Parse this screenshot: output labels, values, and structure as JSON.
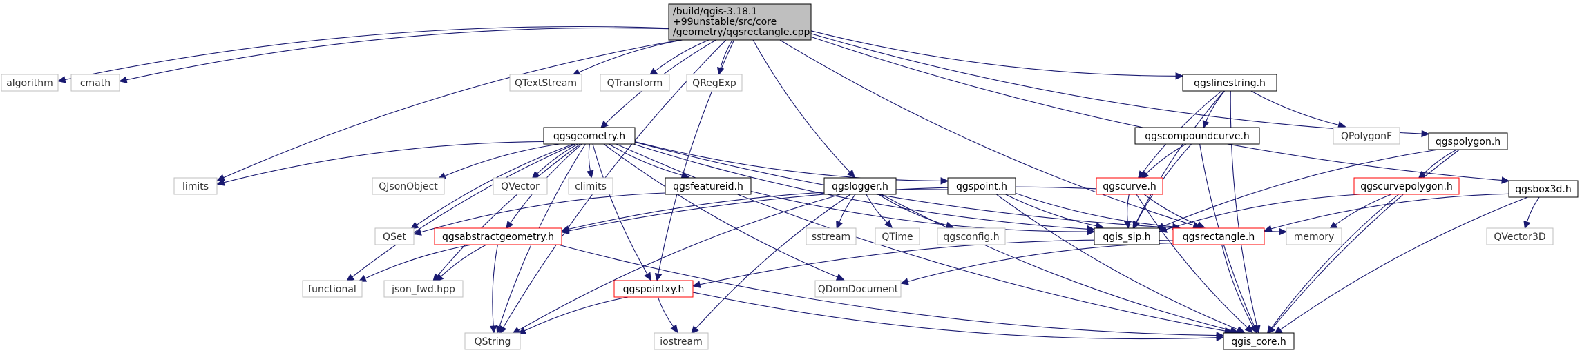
{
  "diagram": {
    "kind": "doxygen-include-dependency-graph",
    "colors": {
      "edge": "#191970",
      "root_fill": "#bfbfbf",
      "header_border": "#000000",
      "incomplete_border": "#ff0000",
      "external_border": "#bfbfbf"
    },
    "nodes": [
      {
        "id": "root",
        "label": "/build/qgis-3.18.1\n+99unstable/src/core\n/geometry/qgsrectangle.cpp",
        "kind": "root"
      },
      {
        "id": "algorithm",
        "label": "algorithm",
        "kind": "external"
      },
      {
        "id": "cmath",
        "label": "cmath",
        "kind": "external"
      },
      {
        "id": "qtextstream",
        "label": "QTextStream",
        "kind": "external"
      },
      {
        "id": "qtransform",
        "label": "QTransform",
        "kind": "external"
      },
      {
        "id": "qregexp",
        "label": "QRegExp",
        "kind": "external"
      },
      {
        "id": "qgslinestring",
        "label": "qgslinestring.h",
        "kind": "header"
      },
      {
        "id": "qgspolygon",
        "label": "qgspolygon.h",
        "kind": "header"
      },
      {
        "id": "qgsbox3d",
        "label": "qgsbox3d.h",
        "kind": "header"
      },
      {
        "id": "qgsgeometry",
        "label": "qgsgeometry.h",
        "kind": "header"
      },
      {
        "id": "qgscompoundcurve",
        "label": "qgscompoundcurve.h",
        "kind": "header"
      },
      {
        "id": "qpolygonf",
        "label": "QPolygonF",
        "kind": "external"
      },
      {
        "id": "limits",
        "label": "limits",
        "kind": "external"
      },
      {
        "id": "qjsonobject",
        "label": "QJsonObject",
        "kind": "external"
      },
      {
        "id": "qvector",
        "label": "QVector",
        "kind": "external"
      },
      {
        "id": "climits",
        "label": "climits",
        "kind": "external"
      },
      {
        "id": "qgsfeatureid",
        "label": "qgsfeatureid.h",
        "kind": "header"
      },
      {
        "id": "qgslogger",
        "label": "qgslogger.h",
        "kind": "header"
      },
      {
        "id": "qgspoint",
        "label": "qgspoint.h",
        "kind": "header"
      },
      {
        "id": "qgscurve",
        "label": "qgscurve.h",
        "kind": "incomplete"
      },
      {
        "id": "qgscurvepolygon",
        "label": "qgscurvepolygon.h",
        "kind": "incomplete"
      },
      {
        "id": "qset",
        "label": "QSet",
        "kind": "external"
      },
      {
        "id": "qgsabstractgeometry",
        "label": "qgsabstractgeometry.h",
        "kind": "incomplete"
      },
      {
        "id": "sstream",
        "label": "sstream",
        "kind": "external"
      },
      {
        "id": "qtime",
        "label": "QTime",
        "kind": "external"
      },
      {
        "id": "qgsconfig",
        "label": "qgsconfig.h",
        "kind": "external"
      },
      {
        "id": "qgis_sip",
        "label": "qgis_sip.h",
        "kind": "header"
      },
      {
        "id": "qgsrectangle",
        "label": "qgsrectangle.h",
        "kind": "incomplete"
      },
      {
        "id": "memory",
        "label": "memory",
        "kind": "external"
      },
      {
        "id": "qvector3d",
        "label": "QVector3D",
        "kind": "external"
      },
      {
        "id": "functional",
        "label": "functional",
        "kind": "external"
      },
      {
        "id": "json_fwd",
        "label": "json_fwd.hpp",
        "kind": "external"
      },
      {
        "id": "qgspointxy",
        "label": "qgspointxy.h",
        "kind": "incomplete"
      },
      {
        "id": "qdomdocument",
        "label": "QDomDocument",
        "kind": "external"
      },
      {
        "id": "qstring",
        "label": "QString",
        "kind": "external"
      },
      {
        "id": "iostream",
        "label": "iostream",
        "kind": "external"
      },
      {
        "id": "qgis_core",
        "label": "qgis_core.h",
        "kind": "header"
      }
    ],
    "edges": [
      [
        "root",
        "algorithm"
      ],
      [
        "root",
        "cmath"
      ],
      [
        "root",
        "qtextstream"
      ],
      [
        "root",
        "qtransform"
      ],
      [
        "root",
        "qregexp"
      ],
      [
        "root",
        "qgslinestring"
      ],
      [
        "root",
        "qgspolygon"
      ],
      [
        "root",
        "qgsbox3d"
      ],
      [
        "root",
        "qgsgeometry"
      ],
      [
        "root",
        "limits"
      ],
      [
        "root",
        "qstring"
      ],
      [
        "root",
        "qgslogger"
      ],
      [
        "root",
        "qgspointxy"
      ],
      [
        "root",
        "qgsrectangle"
      ],
      [
        "qgslinestring",
        "qgscompoundcurve"
      ],
      [
        "qgslinestring",
        "qpolygonf"
      ],
      [
        "qgslinestring",
        "qgscurve"
      ],
      [
        "qgslinestring",
        "qgis_sip"
      ],
      [
        "qgslinestring",
        "qgis_core"
      ],
      [
        "qgspolygon",
        "qgscurvepolygon"
      ],
      [
        "qgspolygon",
        "qgis_sip"
      ],
      [
        "qgspolygon",
        "qgis_core"
      ],
      [
        "qgsbox3d",
        "qvector3d"
      ],
      [
        "qgsbox3d",
        "qgsrectangle"
      ],
      [
        "qgsbox3d",
        "qgis_core"
      ],
      [
        "qgscompoundcurve",
        "qgscurve"
      ],
      [
        "qgscompoundcurve",
        "qgis_sip"
      ],
      [
        "qgscompoundcurve",
        "qgis_core"
      ],
      [
        "qgsgeometry",
        "limits"
      ],
      [
        "qgsgeometry",
        "qjsonobject"
      ],
      [
        "qgsgeometry",
        "qvector"
      ],
      [
        "qgsgeometry",
        "climits"
      ],
      [
        "qgsgeometry",
        "qgsfeatureid"
      ],
      [
        "qgsgeometry",
        "qgspoint"
      ],
      [
        "qgsgeometry",
        "qgis_sip"
      ],
      [
        "qgsgeometry",
        "memory"
      ],
      [
        "qgsgeometry",
        "qset"
      ],
      [
        "qgsgeometry",
        "qgsabstractgeometry"
      ],
      [
        "qgsgeometry",
        "functional"
      ],
      [
        "qgsgeometry",
        "json_fwd"
      ],
      [
        "qgsgeometry",
        "qgspointxy"
      ],
      [
        "qgsgeometry",
        "qdomdocument"
      ],
      [
        "qgsgeometry",
        "qstring"
      ],
      [
        "qgsgeometry",
        "qgis_core"
      ],
      [
        "qgsfeatureid",
        "qset"
      ],
      [
        "qgsfeatureid",
        "qgis_sip"
      ],
      [
        "qgslogger",
        "sstream"
      ],
      [
        "qgslogger",
        "qtime"
      ],
      [
        "qgslogger",
        "qgsconfig"
      ],
      [
        "qgslogger",
        "qstring"
      ],
      [
        "qgslogger",
        "iostream"
      ],
      [
        "qgslogger",
        "qgis_core"
      ],
      [
        "qgspoint",
        "qgsabstractgeometry"
      ],
      [
        "qgspoint",
        "qgis_sip"
      ],
      [
        "qgspoint",
        "qgsrectangle"
      ],
      [
        "qgspoint",
        "qgis_core"
      ],
      [
        "qgscurve",
        "qgsabstractgeometry"
      ],
      [
        "qgscurve",
        "qgis_sip"
      ],
      [
        "qgscurve",
        "qgsrectangle"
      ],
      [
        "qgscurve",
        "qgis_core"
      ],
      [
        "qgscurvepolygon",
        "memory"
      ],
      [
        "qgscurvepolygon",
        "qgis_sip"
      ],
      [
        "qgscurvepolygon",
        "qgis_core"
      ],
      [
        "qgsabstractgeometry",
        "functional"
      ],
      [
        "qgsabstractgeometry",
        "json_fwd"
      ],
      [
        "qgsabstractgeometry",
        "qstring"
      ],
      [
        "qgsabstractgeometry",
        "qgis_core"
      ],
      [
        "qgsrectangle",
        "qgspointxy"
      ],
      [
        "qgsrectangle",
        "qdomdocument"
      ],
      [
        "qgsrectangle",
        "qgis_core"
      ],
      [
        "qgspointxy",
        "iostream"
      ],
      [
        "qgspointxy",
        "qstring"
      ],
      [
        "qgspointxy",
        "qgis_core"
      ]
    ]
  }
}
